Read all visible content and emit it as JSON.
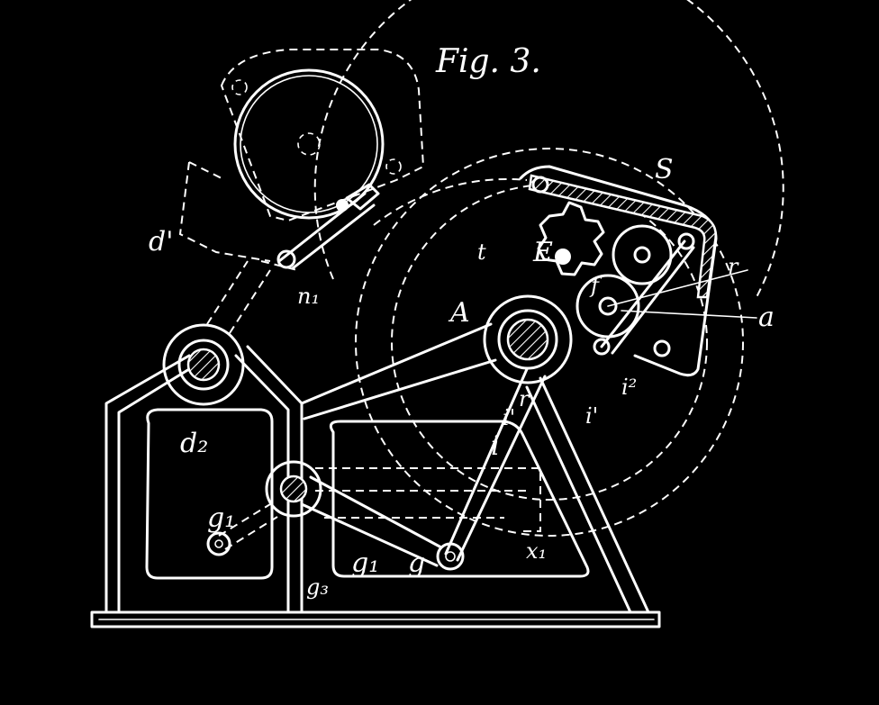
{
  "figure": {
    "title": "Fig. 3.",
    "labels": {
      "S": "S",
      "t": "t",
      "E": "E",
      "A": "A",
      "a": "a",
      "d1": "d'",
      "n1": "n₁",
      "d2": "d₂",
      "g1_left": "g₁",
      "g1_bottom": "g₁",
      "g3": "g₃",
      "g": "g",
      "i": "i",
      "i1": "i'",
      "i2": "i²",
      "x1": "x₁",
      "f": "f",
      "r": "r"
    }
  }
}
